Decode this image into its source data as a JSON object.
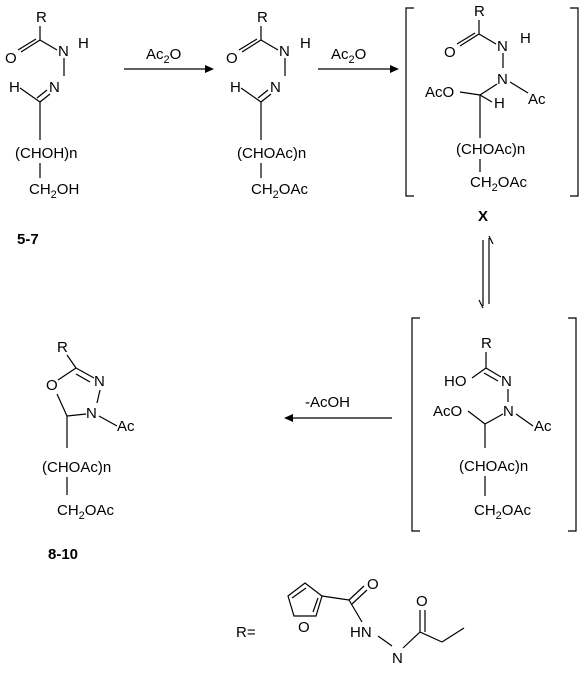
{
  "labels": {
    "compound_5_7": "5-7",
    "compound_x": "X",
    "compound_8_10": "8-10",
    "r_definition": "R="
  },
  "reagents": {
    "step1": "Ac2O",
    "step2": "Ac2O",
    "step3": "-AcOH"
  },
  "atoms": {
    "R": "R",
    "O": "O",
    "N": "N",
    "H": "H",
    "OAc_left": "AcO",
    "Ac": "Ac",
    "HO": "HO",
    "HN": "HN"
  },
  "chains": {
    "chohn": "(CHOH)n",
    "ch2oh": "CH2OH",
    "chooacn": "(CHOAc)n",
    "ch2oac": "CH2OAc"
  }
}
